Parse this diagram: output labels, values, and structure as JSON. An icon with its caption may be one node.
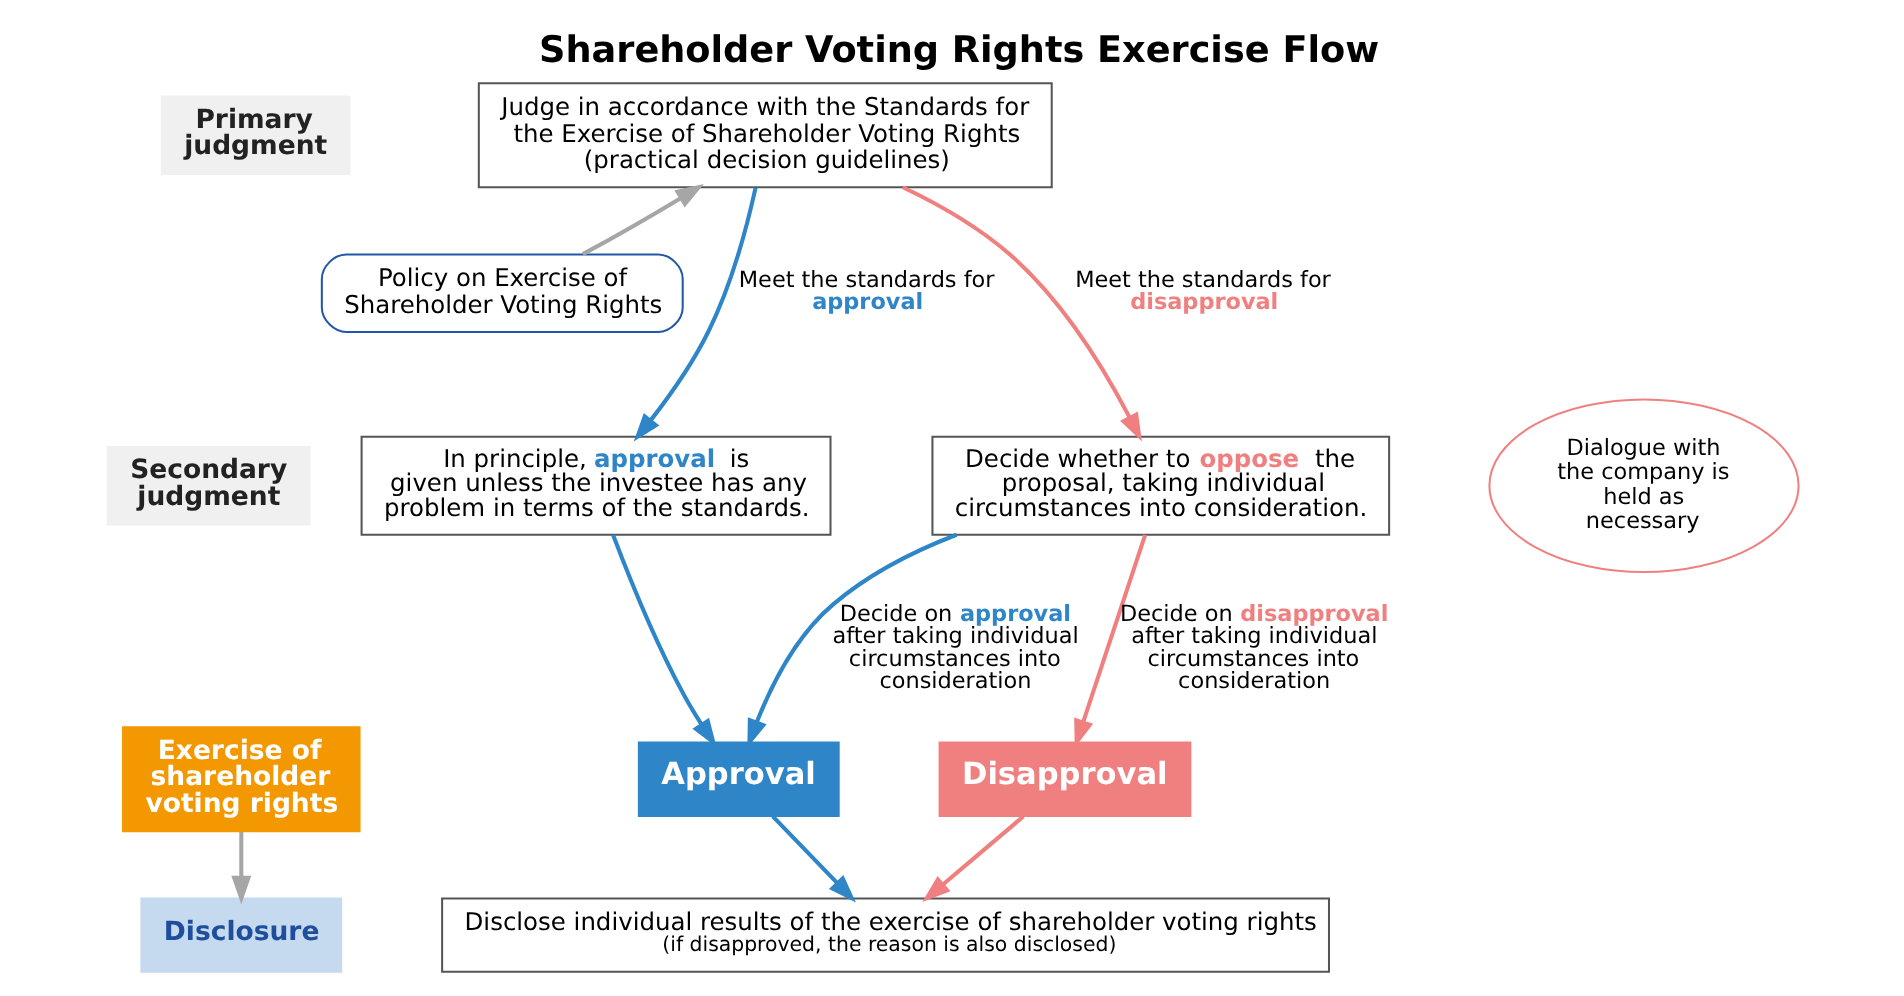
{
  "diagram": {
    "title": "Shareholder Voting Rights Exercise Flow",
    "nodes": [
      {
        "text": [
          "Primary judgment"
        ]
      },
      {
        "text": [
          "Secondary judgment"
        ]
      },
      {
        "text": [
          "Exercise of shareholder voting rights"
        ]
      },
      {
        "text": [
          "Disclosure"
        ]
      },
      {
        "text": [
          "Judge in accordance with the Standards for the Exercise of Shareholder Voting Rights (practical decision guidelines)"
        ]
      },
      {
        "text": [
          "Policy on Exercise of Shareholder Voting Rights"
        ]
      },
      {
        "text": [
          "In principle, **approval** is given unless the investee has any problem in terms of the standards."
        ]
      },
      {
        "text": [
          "Decide whether to **oppose** the proposal, taking individual circumstances into consideration."
        ]
      },
      {
        "text": [
          "Dialogue with the company is held as necessary"
        ]
      },
      {
        "text": [
          "Approval"
        ]
      },
      {
        "text": [
          "Disapproval"
        ]
      },
      {
        "text": [
          "Disclose individual results of the exercise of shareholder voting rights",
          "(if disapproved, the reason is also disclosed)"
        ]
      }
    ],
    "edges": [
      {
        "from": 5,
        "to": 4,
        "arrow": "to",
        "color": "#a6a6a6"
      },
      {
        "from": 4,
        "to": 6,
        "arrow": "to",
        "label": "Meet the standards for **approval**",
        "color": "#2e86c8"
      },
      {
        "from": 4,
        "to": 7,
        "arrow": "to",
        "label": "Meet the standards for **disapproval**",
        "color": "#f08080"
      },
      {
        "from": 6,
        "to": 9,
        "arrow": "to",
        "color": "#2e86c8"
      },
      {
        "from": 7,
        "to": 9,
        "arrow": "to",
        "label": "Decide on **approval** after taking individual circumstances into consideration",
        "color": "#2e86c8"
      },
      {
        "from": 7,
        "to": 10,
        "arrow": "to",
        "label": "Decide on **disapproval** after taking individual circumstances into consideration",
        "color": "#f08080"
      },
      {
        "from": 9,
        "to": 11,
        "arrow": "to",
        "color": "#2e86c8"
      },
      {
        "from": 10,
        "to": 11,
        "arrow": "to",
        "color": "#f08080"
      },
      {
        "from": 2,
        "to": 3,
        "arrow": "to",
        "color": "#a6a6a6"
      }
    ]
  }
}
